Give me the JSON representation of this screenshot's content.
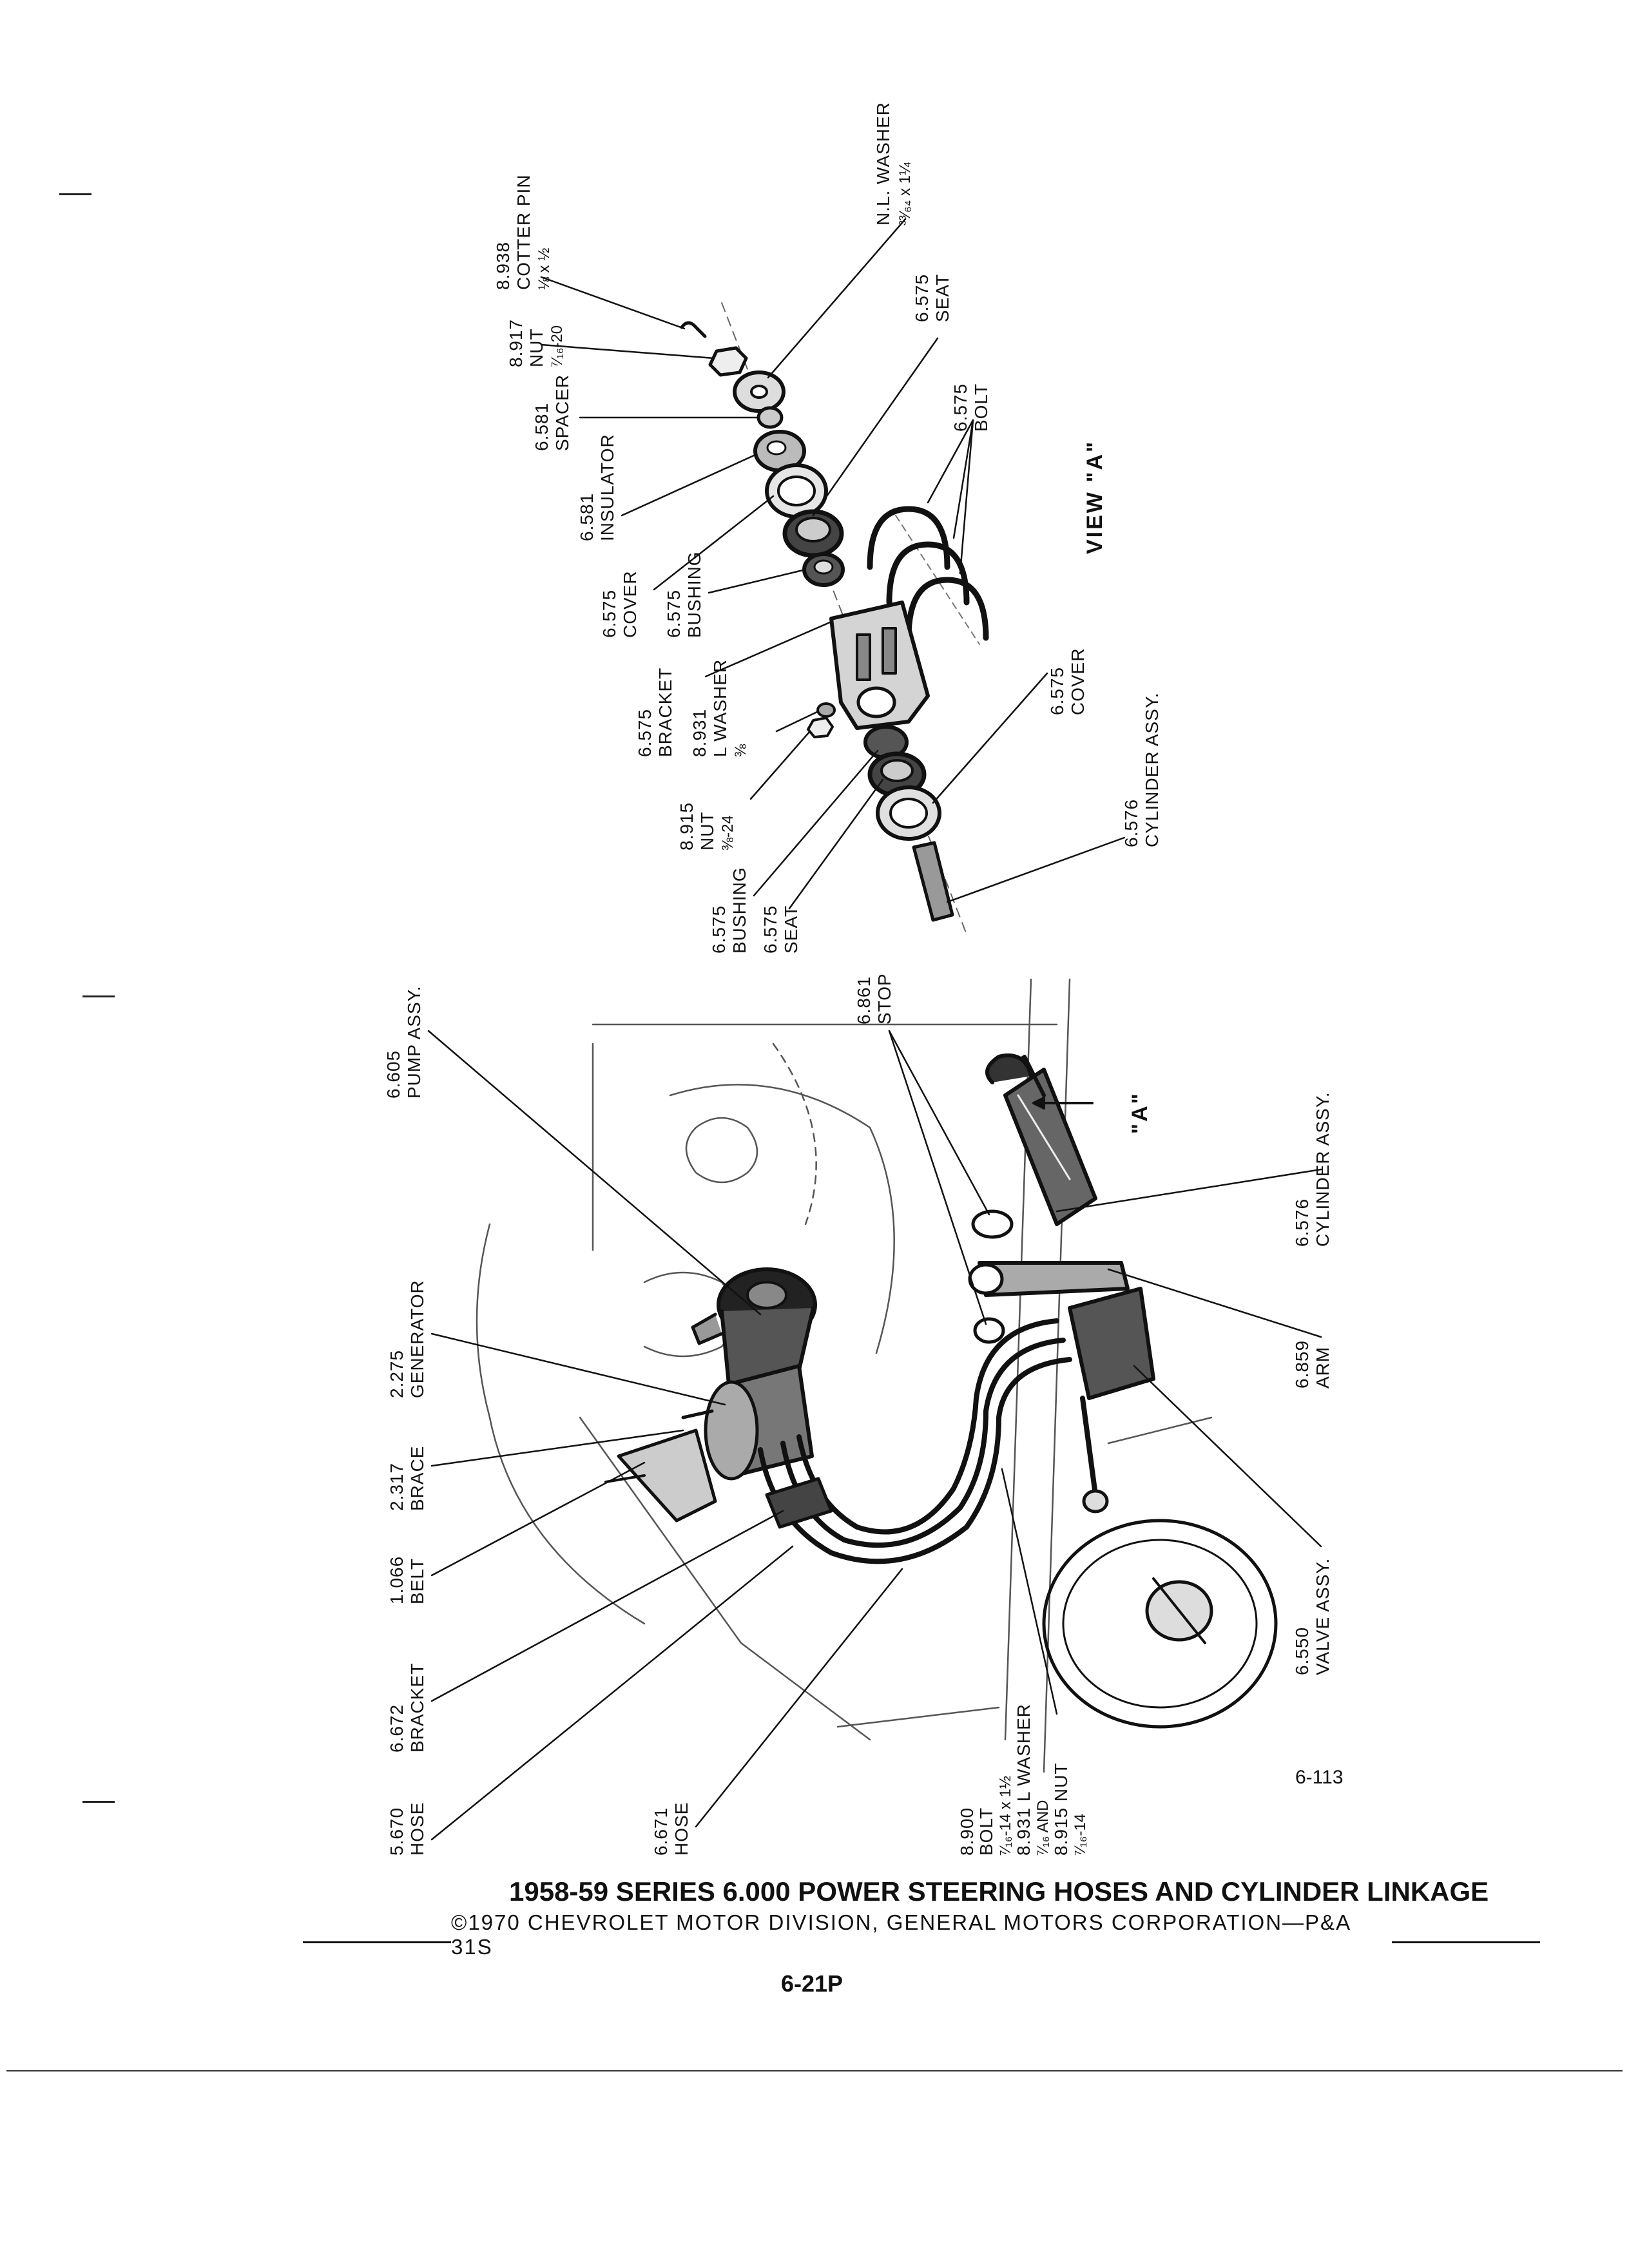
{
  "figure_number": "6-113",
  "title": "1958-59 SERIES 6.000 POWER STEERING HOSES AND CYLINDER LINKAGE",
  "copyright": "©1970 CHEVROLET MOTOR DIVISION, GENERAL MOTORS CORPORATION—P&A 31S",
  "page_number": "6-21P",
  "view_a": {
    "heading": "VIEW \"A\"",
    "labels": [
      {
        "id": "cotter-pin",
        "num": "8.938",
        "name": "COTTER PIN",
        "size": "⅛ x ½"
      },
      {
        "id": "nl-washer",
        "num": "",
        "name": "N.L. WASHER",
        "size": "³³⁄₆₄ x 1¼"
      },
      {
        "id": "nut-top",
        "num": "8.917",
        "name": "NUT",
        "size": "⁷⁄₁₆-20"
      },
      {
        "id": "seat-top",
        "num": "6.575",
        "name": "SEAT",
        "size": ""
      },
      {
        "id": "spacer",
        "num": "6.581",
        "name": "SPACER",
        "size": ""
      },
      {
        "id": "bolt",
        "num": "6.575",
        "name": "BOLT",
        "size": ""
      },
      {
        "id": "insulator",
        "num": "6.581",
        "name": "INSULATOR",
        "size": ""
      },
      {
        "id": "cover-top",
        "num": "6.575",
        "name": "COVER",
        "size": ""
      },
      {
        "id": "bushing-top",
        "num": "6.575",
        "name": "BUSHING",
        "size": ""
      },
      {
        "id": "bracket",
        "num": "6.575",
        "name": "BRACKET",
        "size": ""
      },
      {
        "id": "l-washer",
        "num": "8.931",
        "name": "L WASHER",
        "size": "⅜"
      },
      {
        "id": "nut-bottom",
        "num": "8.915",
        "name": "NUT",
        "size": "⅜-24"
      },
      {
        "id": "cover-bottom",
        "num": "6.575",
        "name": "COVER",
        "size": ""
      },
      {
        "id": "cylinder-top",
        "num": "6.576",
        "name": "CYLINDER ASSY.",
        "size": ""
      },
      {
        "id": "bushing-bottom",
        "num": "6.575",
        "name": "BUSHING",
        "size": ""
      },
      {
        "id": "seat-bottom",
        "num": "6.575",
        "name": "SEAT",
        "size": ""
      }
    ]
  },
  "main_view": {
    "callout": "\"A\"",
    "labels": [
      {
        "id": "pump",
        "num": "6.605",
        "name": "PUMP ASSY.",
        "size": ""
      },
      {
        "id": "stop",
        "num": "6.861",
        "name": "STOP",
        "size": ""
      },
      {
        "id": "cylinder",
        "num": "6.576",
        "name": "CYLINDER ASSY.",
        "size": ""
      },
      {
        "id": "generator",
        "num": "2.275",
        "name": "GENERATOR",
        "size": ""
      },
      {
        "id": "brace",
        "num": "2.317",
        "name": "BRACE",
        "size": ""
      },
      {
        "id": "arm",
        "num": "6.859",
        "name": "ARM",
        "size": ""
      },
      {
        "id": "belt",
        "num": "1.066",
        "name": "BELT",
        "size": ""
      },
      {
        "id": "valve",
        "num": "6.550",
        "name": "VALVE ASSY.",
        "size": ""
      },
      {
        "id": "bracket",
        "num": "6.672",
        "name": "BRACKET",
        "size": ""
      },
      {
        "id": "hose-5670",
        "num": "5.670",
        "name": "HOSE",
        "size": ""
      },
      {
        "id": "hose-6671",
        "num": "6.671",
        "name": "HOSE",
        "size": ""
      }
    ],
    "bolt_group": {
      "lines": [
        "8.900",
        "BOLT",
        "⁷⁄₁₆-14 x 1½",
        "8.931 L WASHER",
        "⁷⁄₁₆ AND",
        "8.915 NUT",
        "⁷⁄₁₆-14"
      ]
    }
  }
}
